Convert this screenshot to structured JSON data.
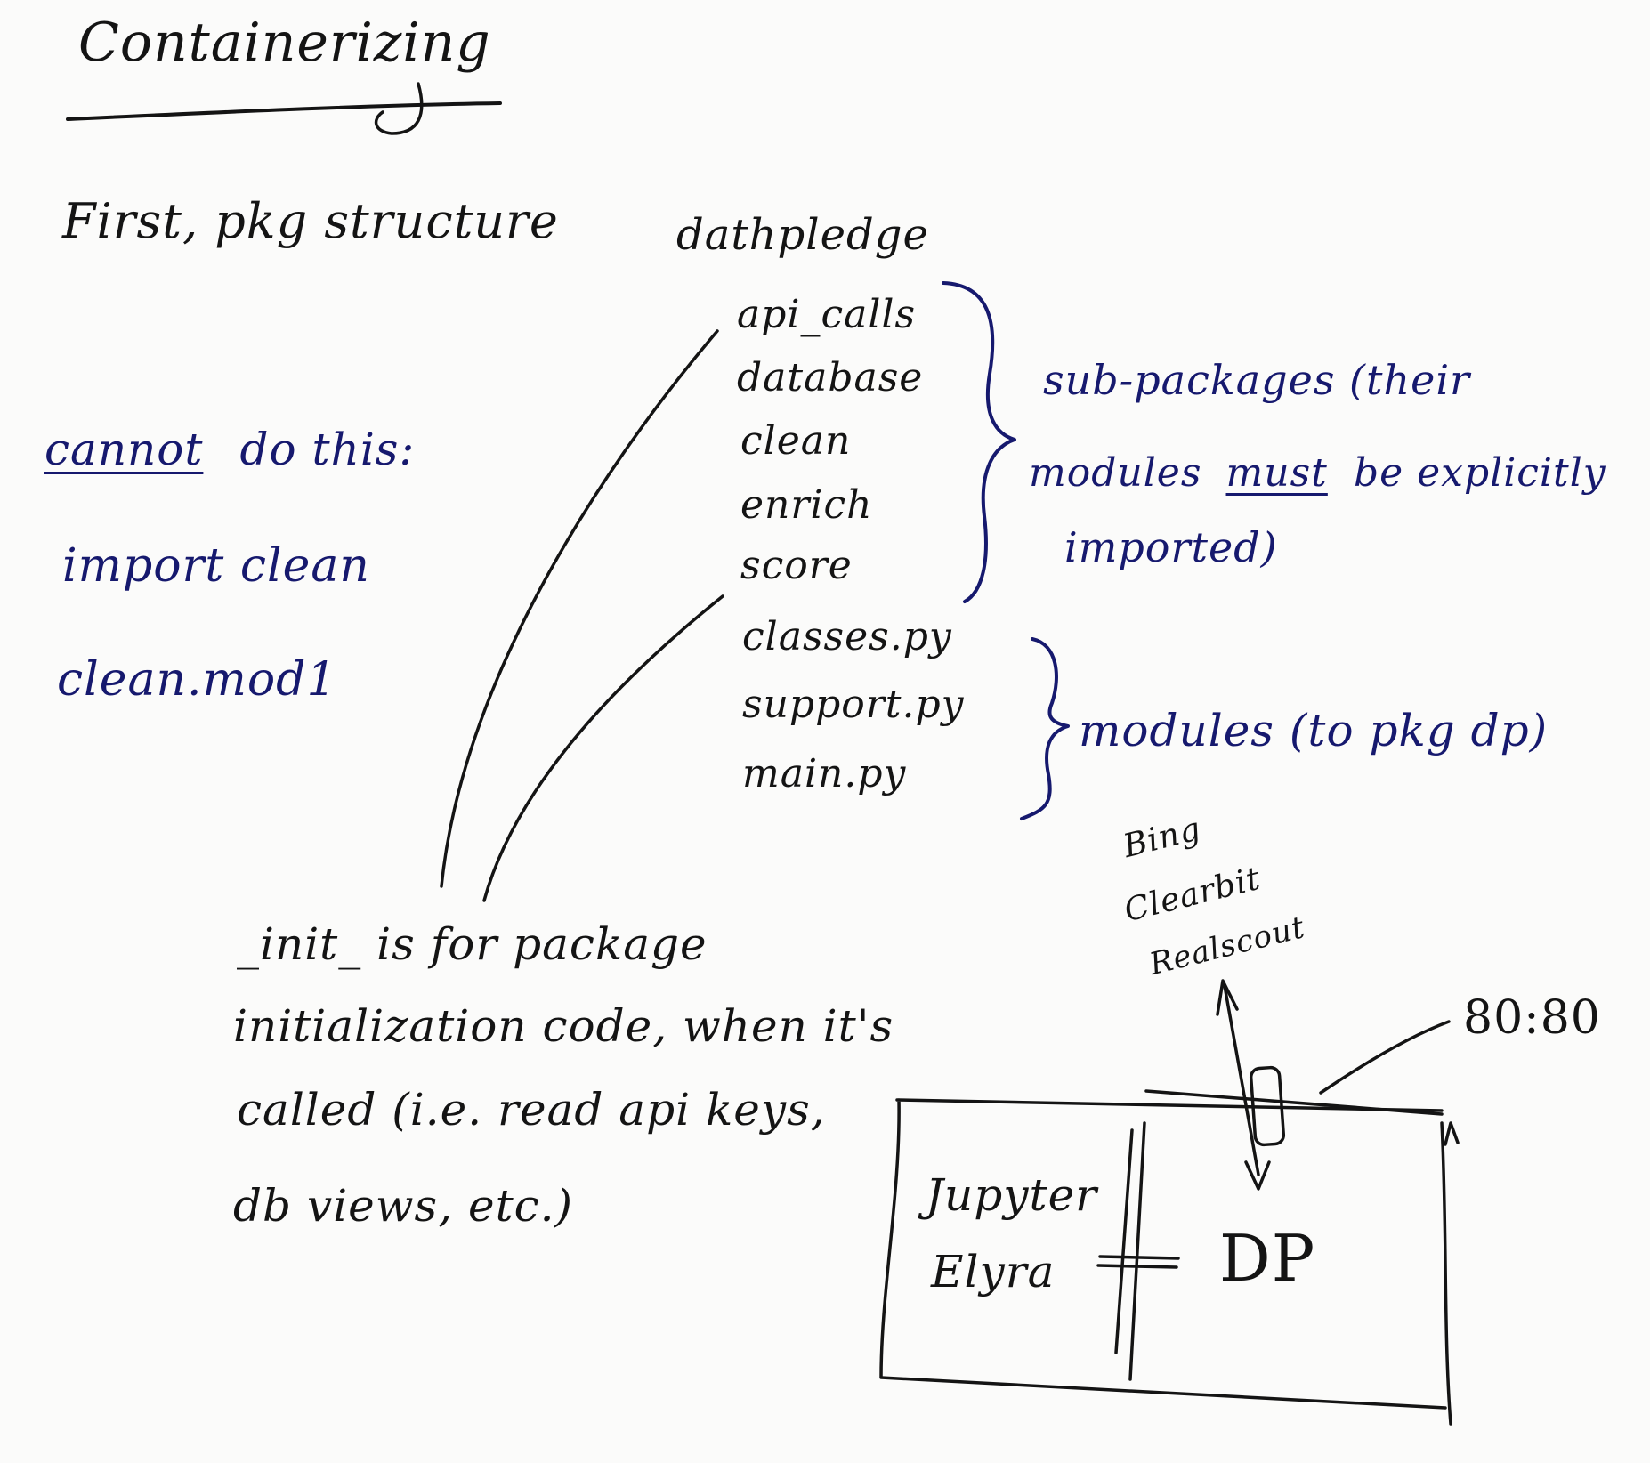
{
  "title": "Containerizing",
  "left_notes": {
    "first_line": "First, pkg structure",
    "cannot_word": "cannot",
    "cannot_rest": "do this:",
    "code_line1": "import clean",
    "code_line2": "clean.mod1"
  },
  "package": {
    "name": "dathpledge",
    "subpackages": [
      "api_calls",
      "database",
      "clean",
      "enrich",
      "score"
    ],
    "modules": [
      "classes.py",
      "support.py",
      "main.py"
    ]
  },
  "annotations": {
    "subpackages_line1": "sub-packages (their",
    "subpackages_line2_a": "modules",
    "subpackages_line2_must": "must",
    "subpackages_line2_b": "be explicitly",
    "subpackages_line3": "imported)",
    "modules_note": "modules (to pkg dp)"
  },
  "init_note": {
    "line1": "_init_ is for package",
    "line2": "initialization code, when it's",
    "line3": "called (i.e. read api keys,",
    "line4": "db views, etc.)"
  },
  "container_diagram": {
    "services": [
      "Bing",
      "Clearbit",
      "Realscout"
    ],
    "port": "80:80",
    "left_box_line1": "Jupyter",
    "left_box_line2": "Elyra",
    "right_box_label": "DP"
  },
  "colors": {
    "black_ink": "#141414",
    "blue_ink": "#16196e",
    "board": "#fbfbfa"
  }
}
